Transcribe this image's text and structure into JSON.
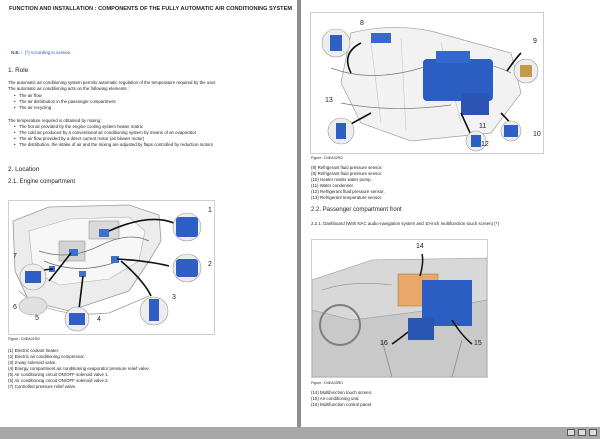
{
  "left": {
    "title": "FUNCTION AND INSTALLATION : COMPONENTS OF THE FULLY AUTOMATIC AIR CONDITIONING SYSTEM",
    "nb_label": "N.B. :",
    "nb_text": "(*) According to version.",
    "section1": "1. Role",
    "role_p1": "The automatic air conditioning system permits automatic regulation of the temperature required by the user.",
    "role_p2": "The automatic air conditioning acts on the following elements :",
    "role_items": [
      "The air flow",
      "The air distribution in the passenger compartment",
      "The air recycling"
    ],
    "temp_intro": "The temperature required is obtained by mixing :",
    "temp_items": [
      "The hot air provided by the engine cooling system heater matrix",
      "The cold air produced by a conventional air conditioning system by means of an evaporator",
      "The air flow provided by a direct current motor (air blower motor)",
      "The distribution, the intake of air and the mixing are adjusted by flaps controlled by reduction motors"
    ],
    "section2": "2. Location",
    "section21": "2.1. Engine compartment",
    "fig_caption": "Figure : D4EA01RO",
    "callouts": [
      "1",
      "2",
      "3",
      "4",
      "5",
      "6",
      "7"
    ],
    "legend": [
      "(1) Electric coolant heater.",
      "(2) Electric air conditioning compressor.",
      "(3) 2-way solenoid valve.",
      "(4) Energy compartment air conditioning evaporator pressure relief valve.",
      "(5) Air conditioning circuit ON/OFF solenoid valve 1.",
      "(6) Air conditioning circuit ON/OFF solenoid valve 2.",
      "(7) Controlled pressure relief valve."
    ]
  },
  "right": {
    "fig1_callouts": [
      "8",
      "9",
      "10",
      "11",
      "12",
      "13"
    ],
    "fig1_caption": "Figure : D4EA02RO",
    "legend1": [
      "(8) Refrigerant fluid pressure sensor.",
      "(9) Refrigerant fluid pressure sensor.",
      "(10) Heater matrix water pump.",
      "(11) Water condenser.",
      "(12) Refrigerant fluid pressure sensor.",
      "(13) Refrigerant temperature sensor."
    ],
    "section22": "2.2. Passenger compartment front",
    "section221": "2.2.1. Dashboard (With NAC audio-navigation system and 10-inch multifunction touch screen) (*)",
    "fig2_callouts": [
      "14",
      "15",
      "16"
    ],
    "fig2_caption": "Figure : D4EA03RO",
    "legend2": [
      "(14) Multifunction touch screen.",
      "(15) Air conditioning unit.",
      "(16) Multifunction control panel."
    ]
  },
  "statusbar": {
    "page_left": "",
    "page_right": ""
  }
}
